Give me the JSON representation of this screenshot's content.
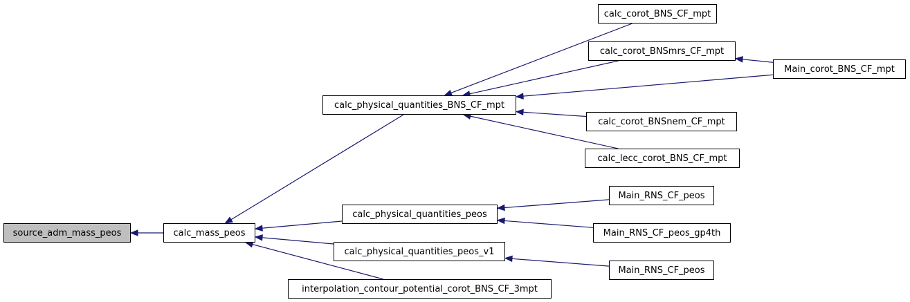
{
  "colors": {
    "edge": "#191970",
    "node_border": "#000000",
    "root_fill": "#bfbfbf",
    "node_fill": "#ffffff"
  },
  "nodes": {
    "source_adm_mass_peos": "source_adm_mass_peos",
    "calc_mass_peos": "calc_mass_peos",
    "calc_physical_quantities_BNS_CF_mpt": "calc_physical_quantities_BNS_CF_mpt",
    "calc_physical_quantities_peos": "calc_physical_quantities_peos",
    "calc_physical_quantities_peos_v1": "calc_physical_quantities_peos_v1",
    "interpolation_contour_potential_corot_BNS_CF_3mpt": "interpolation_contour_potential_corot_BNS_CF_3mpt",
    "calc_corot_BNS_CF_mpt": "calc_corot_BNS_CF_mpt",
    "calc_corot_BNSmrs_CF_mpt": "calc_corot_BNSmrs_CF_mpt",
    "Main_corot_BNS_CF_mpt": "Main_corot_BNS_CF_mpt",
    "calc_corot_BNSnem_CF_mpt": "calc_corot_BNSnem_CF_mpt",
    "calc_lecc_corot_BNS_CF_mpt": "calc_lecc_corot_BNS_CF_mpt",
    "Main_RNS_CF_peos_a": "Main_RNS_CF_peos",
    "Main_RNS_CF_peos_gp4th": "Main_RNS_CF_peos_gp4th",
    "Main_RNS_CF_peos_b": "Main_RNS_CF_peos"
  },
  "edges": [
    {
      "from": "calc_mass_peos",
      "to": "source_adm_mass_peos"
    },
    {
      "from": "calc_physical_quantities_BNS_CF_mpt",
      "to": "calc_mass_peos"
    },
    {
      "from": "calc_physical_quantities_peos",
      "to": "calc_mass_peos"
    },
    {
      "from": "calc_physical_quantities_peos_v1",
      "to": "calc_mass_peos"
    },
    {
      "from": "interpolation_contour_potential_corot_BNS_CF_3mpt",
      "to": "calc_mass_peos"
    },
    {
      "from": "calc_corot_BNS_CF_mpt",
      "to": "calc_physical_quantities_BNS_CF_mpt"
    },
    {
      "from": "calc_corot_BNSmrs_CF_mpt",
      "to": "calc_physical_quantities_BNS_CF_mpt"
    },
    {
      "from": "Main_corot_BNS_CF_mpt",
      "to": "calc_physical_quantities_BNS_CF_mpt"
    },
    {
      "from": "calc_corot_BNSnem_CF_mpt",
      "to": "calc_physical_quantities_BNS_CF_mpt"
    },
    {
      "from": "calc_lecc_corot_BNS_CF_mpt",
      "to": "calc_physical_quantities_BNS_CF_mpt"
    },
    {
      "from": "Main_corot_BNS_CF_mpt",
      "to": "calc_corot_BNSmrs_CF_mpt"
    },
    {
      "from": "Main_RNS_CF_peos_a",
      "to": "calc_physical_quantities_peos"
    },
    {
      "from": "Main_RNS_CF_peos_gp4th",
      "to": "calc_physical_quantities_peos"
    },
    {
      "from": "Main_RNS_CF_peos_b",
      "to": "calc_physical_quantities_peos_v1"
    }
  ]
}
